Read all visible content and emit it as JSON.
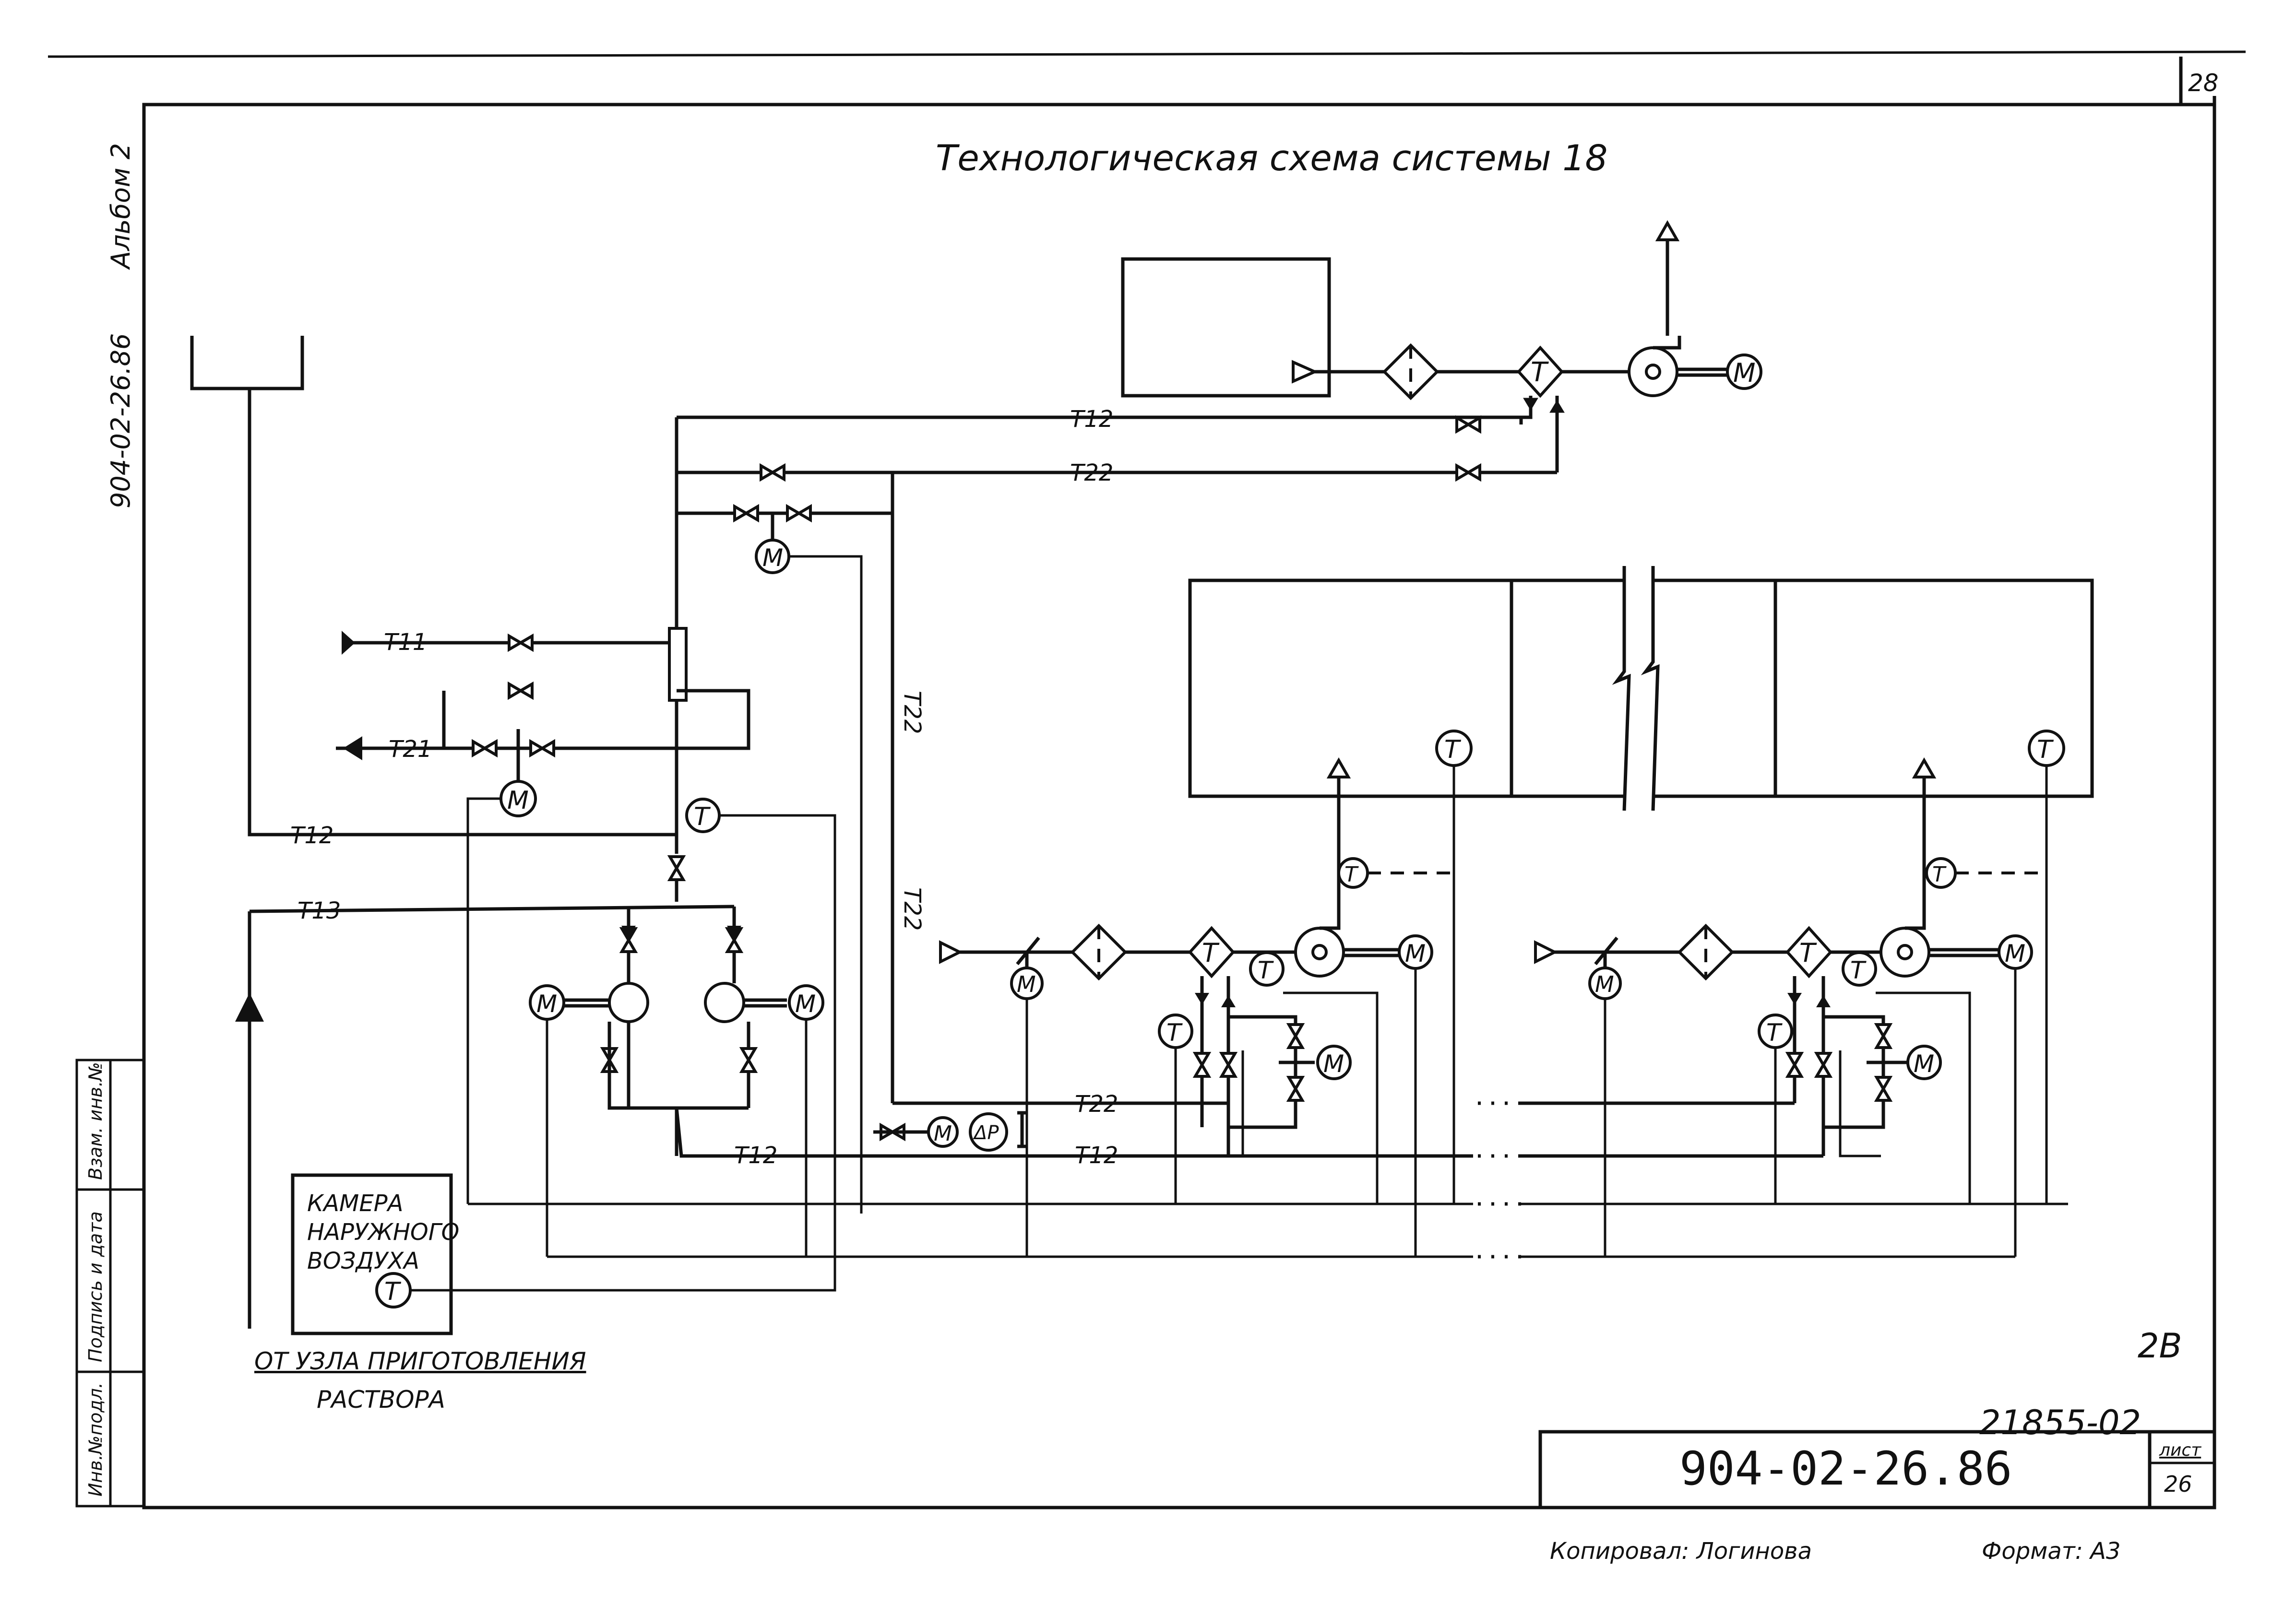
{
  "drawing": {
    "title": "Технологическая схема системы 18",
    "sheet_corner_number": "28",
    "album_side": "Альбом 2",
    "project_side": "904-02-26.86",
    "corner_mark": "2В",
    "archive_number": "21855-02",
    "stamp_code": "904-02-26.86",
    "sheet_label": "лист",
    "sheet_number": "26",
    "copied_by": "Копировал: Логинова",
    "format": "Формат: А3"
  },
  "side_stamp": {
    "col1": "Инв.№подл.",
    "col2": "Подпись и дата",
    "col3": "Взам. инв.№"
  },
  "labels": {
    "t11": "Т11",
    "t21": "Т21",
    "t12": "Т12",
    "t13": "Т13",
    "t22": "Т22",
    "dp": "ΔP",
    "motor": "М",
    "temp": "Т",
    "camera_line1": "КАМЕРА",
    "camera_line2": "НАРУЖНОГО",
    "camera_line3": "ВОЗДУХА",
    "source_line1": "ОТ УЗЛА ПРИГОТОВЛЕНИЯ",
    "source_line2": "РАСТВОРА",
    "dots": "···"
  }
}
